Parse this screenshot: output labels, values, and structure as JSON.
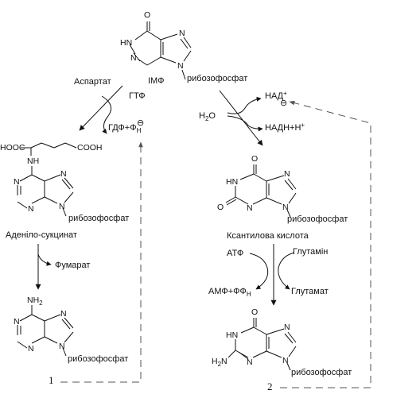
{
  "imp": {
    "name": "ІМФ",
    "substituent": "рибозофосфат",
    "atoms": {
      "o": "O",
      "hn": "HN",
      "n_top": "N",
      "n_bottom": "N",
      "n_ring": "N"
    }
  },
  "left_step1": {
    "substrate": "Аспартат",
    "cofactor": "ГТФ",
    "products_main": "ГДФ+Ф",
    "products_sub": "Н"
  },
  "adenylosuccinate": {
    "name": "Аденіло-сукцинат",
    "substituent": "рибозофосфат",
    "chain_left": "HOOC",
    "chain_right": "COOH",
    "nh": "NH",
    "atoms": [
      "N",
      "N",
      "N",
      "N"
    ]
  },
  "left_step2": {
    "product": "Фумарат"
  },
  "amp": {
    "nh2_main": "NH",
    "nh2_sub": "2",
    "substituent": "рибозофосфат",
    "atoms": [
      "N",
      "N",
      "N",
      "N"
    ]
  },
  "right_step1": {
    "water": "Н",
    "water_sub": "2",
    "water_o": "О",
    "cofactor": "НАД",
    "cofactor_sup": "+",
    "products": "НАДН+Н",
    "products_sup": "+"
  },
  "xanthylate": {
    "name": "Ксантилова кислота",
    "substituent": "рибозофосфат",
    "atoms": [
      "O",
      "HN",
      "O",
      "N",
      "N",
      "N"
    ]
  },
  "right_step2": {
    "atp": "АТФ",
    "glutamine": "Глутамін",
    "amp_main": "АМФ+ФФ",
    "amp_sub": "Н",
    "glutamate": "Глутамат"
  },
  "gmp": {
    "substituent": "рибозофосфат",
    "h2n_main": "H",
    "h2n_sub": "2",
    "h2n_end": "N",
    "atoms": [
      "O",
      "HN",
      "N",
      "N",
      "N"
    ]
  },
  "feedback": {
    "inhibit_symbol": "⊖",
    "label_left": "1",
    "label_right": "2"
  }
}
